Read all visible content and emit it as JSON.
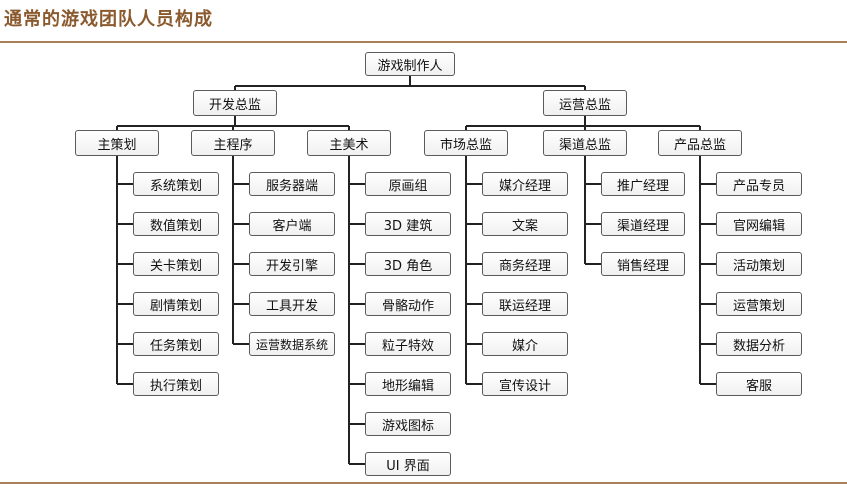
{
  "header": {
    "title": "通常的游戏团队人员构成"
  },
  "watermark": "",
  "colors": {
    "title": "#8a5a2e",
    "rule": "#a9805a",
    "line": "#222222",
    "box_border": "#5b5b5b"
  },
  "org": {
    "root": "游戏制作人",
    "dev_head": "开发总监",
    "ops_head": "运营总监",
    "planning": {
      "label": "主策划",
      "items": [
        "系统策划",
        "数值策划",
        "关卡策划",
        "剧情策划",
        "任务策划",
        "执行策划"
      ]
    },
    "programming": {
      "label": "主程序",
      "items": [
        "服务器端",
        "客户端",
        "开发引擎",
        "工具开发",
        "运营数据系统"
      ]
    },
    "art": {
      "label": "主美术",
      "items": [
        "原画组",
        "3D 建筑",
        "3D 角色",
        "骨骼动作",
        "粒子特效",
        "地形编辑",
        "游戏图标",
        "UI 界面"
      ]
    },
    "market": {
      "label": "市场总监",
      "items": [
        "媒介经理",
        "文案",
        "商务经理",
        "联运经理",
        "媒介",
        "宣传设计"
      ]
    },
    "channel": {
      "label": "渠道总监",
      "items": [
        "推广经理",
        "渠道经理",
        "销售经理"
      ]
    },
    "product": {
      "label": "产品总监",
      "items": [
        "产品专员",
        "官网编辑",
        "活动策划",
        "运营策划",
        "数据分析",
        "客服"
      ]
    }
  }
}
